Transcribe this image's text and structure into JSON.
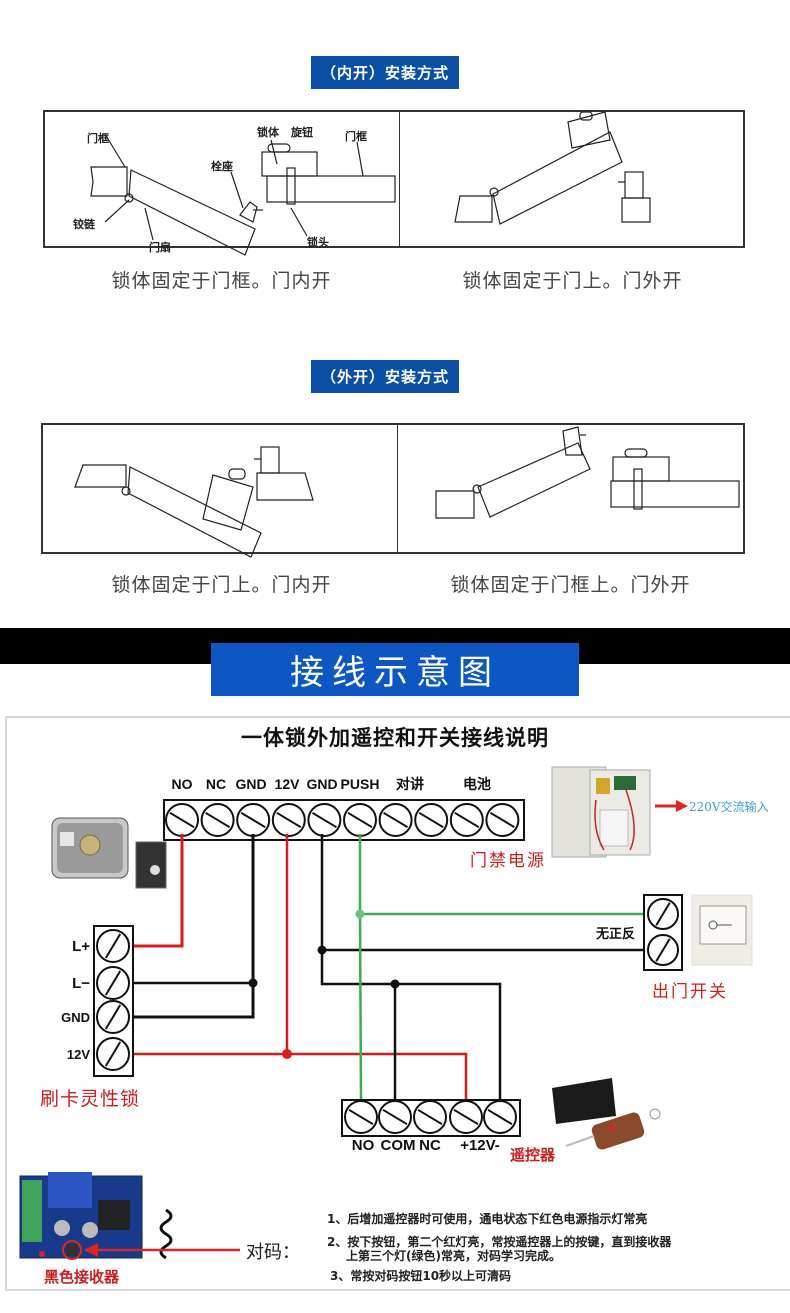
{
  "section_inner": {
    "tag": "（内开）安装方式",
    "left_caption": "锁体固定于门框。门内开",
    "right_caption": "锁体固定于门上。门外开",
    "labels": {
      "frame_left": "门框",
      "hinge": "铰链",
      "door": "门扇",
      "bolt_seat": "栓座",
      "lock_body": "锁体",
      "knob": "旋钮",
      "frame_right": "门框",
      "lock_head": "锁头"
    }
  },
  "section_outer": {
    "tag": "（外开）安装方式",
    "left_caption": "锁体固定于门上。门内开",
    "right_caption": "锁体固定于门框上。门外开"
  },
  "wiring": {
    "banner": "接线示意图",
    "title": "一体锁外加遥控和开关接线说明",
    "top_terminals": [
      "NO",
      "NC",
      "GND",
      "12V",
      "GND",
      "PUSH",
      "对讲",
      "电池"
    ],
    "power_supply_label": "门禁电源",
    "ac_input_label": "220V交流输入",
    "lock_terminals": [
      "L+",
      "L−",
      "GND",
      "12V"
    ],
    "lock_label": "刷卡灵性锁",
    "exit_switch_polarity": "无正反",
    "exit_switch_label": "出门开关",
    "remote_terminals": [
      "NO",
      "COM",
      "NC",
      "+12V-"
    ],
    "remote_label": "遥控器",
    "receiver_label": "黑色接收器",
    "pairing_label": "对码：",
    "notes": [
      "1、后增加遥控器时可使用，通电状态下红色电源指示灯常亮",
      "2、按下按钮，第二个红灯亮，常按遥控器上的按键，直到接收器",
      "上第三个灯(绿色)常亮，对码学习完成。",
      "3、常按对码按钮10秒以上可清码"
    ],
    "colors": {
      "red_wire": "#e01818",
      "black_wire": "#111111",
      "green_wire": "#3cae4c",
      "accent_blue": "#0d4ea6",
      "label_red": "#d21b1b"
    }
  }
}
